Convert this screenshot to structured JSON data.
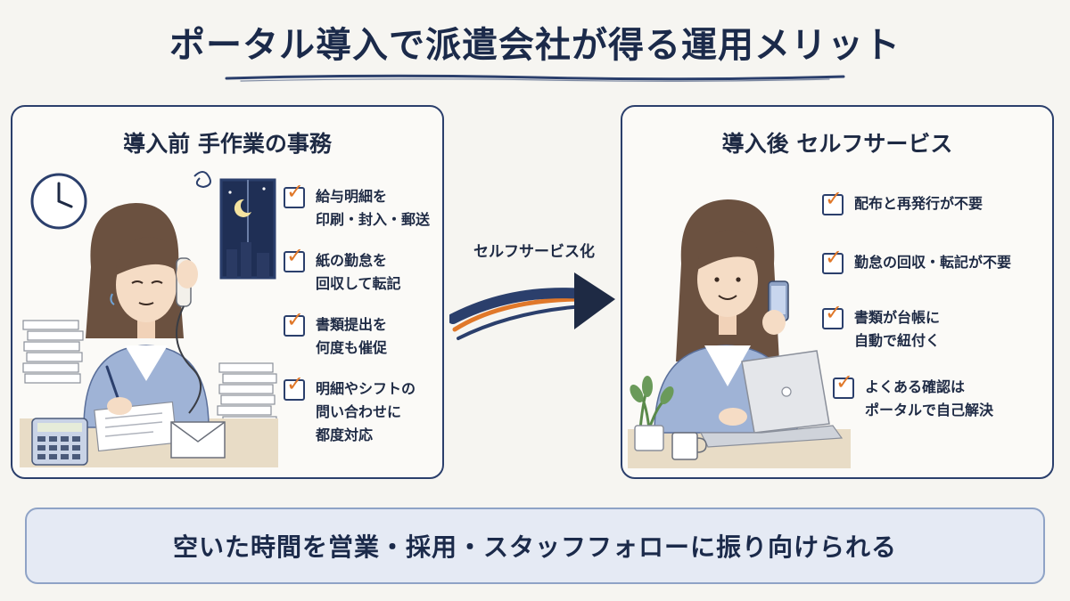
{
  "title": "ポータル導入で派遣会社が得る運用メリット",
  "before": {
    "title": "導入前 手作業の事務",
    "items": [
      "給与明細を\n印刷・封入・郵送",
      "紙の勤怠を\n回収して転記",
      "書類提出を\n何度も催促",
      "明細やシフトの\n問い合わせに\n都度対応"
    ]
  },
  "arrow_label": "セルフサービス化",
  "after": {
    "title": "導入後 セルフサービス",
    "items": [
      "配布と再発行が不要",
      "勤怠の回収・転記が不要",
      "書類が台帳に\n自動で紐付く",
      "よくある確認は\nポータルで自己解決"
    ]
  },
  "banner": "空いた時間を営業・採用・スタッフフォローに振り向けられる",
  "colors": {
    "navy": "#1e2a44",
    "border": "#2b3f6c",
    "check": "#e0782a",
    "banner_bg": "#e5eaf4"
  }
}
